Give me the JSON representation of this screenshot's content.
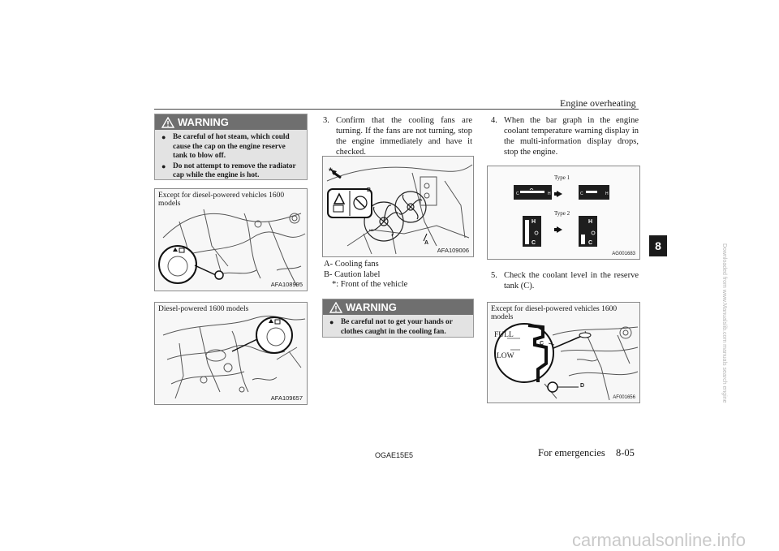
{
  "header": {
    "title": "Engine overheating",
    "chapter_number": "8"
  },
  "left_column": {
    "warning": {
      "heading": "WARNING",
      "items": [
        "Be careful of hot steam, which could cause the cap on the engine reserve tank to blow off.",
        "Do not attempt to remove the radiator cap while the engine is hot."
      ]
    },
    "figure1": {
      "caption": "Except for diesel-powered vehicles 1600 models",
      "code": "AFA108995"
    },
    "figure2": {
      "caption": "Diesel-powered 1600 models",
      "code": "AFA109657"
    }
  },
  "middle_column": {
    "step3": {
      "number": "3.",
      "text": "Confirm that the cooling fans are turning. If the fans are not turning, stop the engine immediately and have it checked."
    },
    "figure": {
      "code": "AFA109006",
      "label_a": "A",
      "label_b": "B",
      "star": "*"
    },
    "legend": [
      "A- Cooling fans",
      "B- Caution label",
      "*: Front of the vehicle"
    ],
    "warning": {
      "heading": "WARNING",
      "items": [
        "Be careful not to get your hands or clothes caught in the cooling fan."
      ]
    }
  },
  "right_column": {
    "step4": {
      "number": "4.",
      "text": "When the bar graph in the engine coolant temperature warning display in the multi-information display drops, stop the engine."
    },
    "gauge_figure": {
      "type1": "Type 1",
      "type2": "Type 2",
      "code": "AG001683"
    },
    "step5": {
      "number": "5.",
      "text": "Check the coolant level in the reserve tank (C)."
    },
    "reserve_figure": {
      "caption": "Except for diesel-powered vehicles 1600 models",
      "full": "FULL",
      "low": "LOW",
      "label_c": "C",
      "label_d": "D",
      "code": "AF001656"
    }
  },
  "footer": {
    "doc_code": "OGAE15E5",
    "section": "For emergencies",
    "page": "8-05"
  },
  "watermark": {
    "text": "carmanualsonline.info",
    "vertical": "Downloaded from www.Manualslib.com manuals search engine"
  }
}
